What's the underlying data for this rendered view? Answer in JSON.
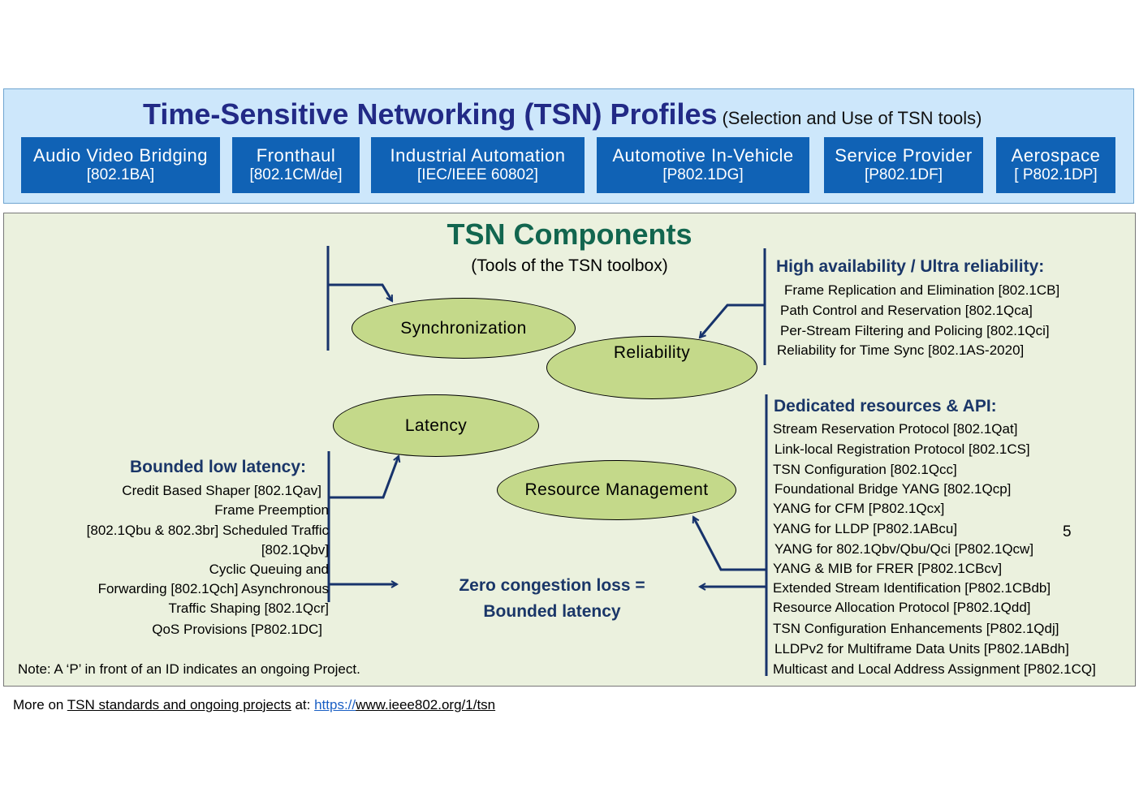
{
  "profiles": {
    "title": "Time-Sensitive Networking (TSN) Profiles",
    "subtitle": "(Selection and Use of TSN tools)",
    "items": [
      {
        "name": "Audio Video Bridging",
        "id": "[802.1BA]"
      },
      {
        "name": "Fronthaul",
        "id": "[802.1CM/de]"
      },
      {
        "name": "Industrial Automation",
        "id": "[IEC/IEEE 60802]"
      },
      {
        "name": "Automotive In-Vehicle",
        "id": "[P802.1DG]"
      },
      {
        "name": "Service Provider",
        "id": "[P802.1DF]"
      },
      {
        "name": "Aerospace",
        "id": "[ P802.1DP]"
      }
    ]
  },
  "components": {
    "title": "TSN Components",
    "subtitle": "(Tools of the TSN toolbox)",
    "ellipses": {
      "synchronization": "Synchronization",
      "reliability": "Reliability",
      "latency": "Latency",
      "resource_management": "Resource Management"
    },
    "reliability_group": {
      "heading": "High availability / Ultra reliability:",
      "items": [
        "Frame Replication and Elimination [802.1CB]",
        "Path Control and Reservation [802.1Qca]",
        "Per-Stream Filtering and Policing [802.1Qci]",
        "Reliability for Time Sync [802.1AS-2020]"
      ]
    },
    "resources_group": {
      "heading": "Dedicated resources & API:",
      "items": [
        "Stream Reservation Protocol [802.1Qat]",
        "Link-local Registration Protocol [802.1CS]",
        "TSN Configuration [802.1Qcc]",
        "Foundational Bridge YANG [802.1Qcp]",
        "YANG for CFM [P802.1Qcx]",
        "YANG for LLDP [P802.1ABcu]",
        "YANG for 802.1Qbv/Qbu/Qci [P802.1Qcw]",
        "YANG & MIB for FRER [P802.1CBcv]",
        "Extended Stream Identification [P802.1CBdb]",
        "Resource Allocation Protocol [P802.1Qdd]",
        "TSN Configuration Enhancements [P802.1Qdj]",
        "LLDPv2 for Multiframe Data Units [P802.1ABdh]",
        "Multicast and Local Address Assignment [P802.1CQ]"
      ]
    },
    "latency_group": {
      "heading": "Bounded low latency:",
      "lines": [
        "Credit Based Shaper [802.1Qav]",
        "Frame Preemption",
        "[802.1Qbu & 802.3br]  Scheduled Traffic",
        "[802.1Qbv]",
        "Cyclic Queuing and",
        "Forwarding [802.1Qch]  Asynchronous",
        "Traffic Shaping [802.1Qcr]",
        "QoS Provisions [P802.1DC]"
      ]
    },
    "center_note": {
      "line1": "Zero congestion loss =",
      "line2": "Bounded latency"
    },
    "note": "Note: A ‘P’ in front of an ID indicates an ongoing Project.",
    "page_number": "5"
  },
  "footer": {
    "prefix": "More on ",
    "link_text": "TSN standards and ongoing projects",
    "middle": " at: ",
    "url_part1": "https://",
    "url_part2": "www.ieee802.org/1/tsn"
  },
  "colors": {
    "profile_bg": "#cde7fb",
    "profile_box": "#1062b5",
    "components_bg": "#ebf1de",
    "ellipse_fill": "#c4d98a",
    "heading_navy": "#1a3668",
    "title_green": "#12664f",
    "arrow": "#17336b"
  }
}
